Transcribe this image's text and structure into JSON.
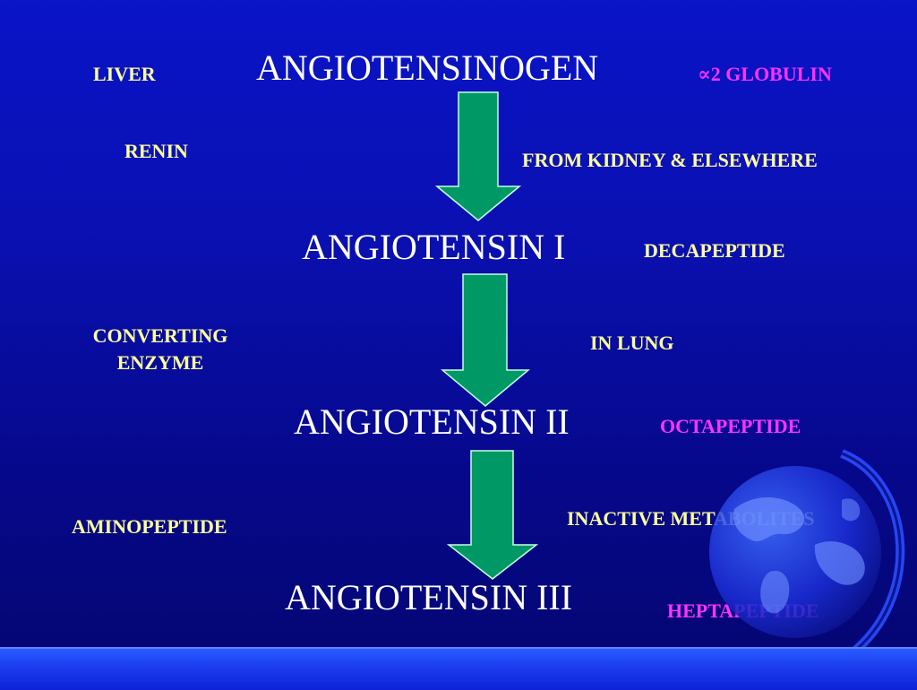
{
  "diagram": {
    "nodes": {
      "angiotensinogen": "ANGIOTENSINOGEN",
      "angiotensin_1": "ANGIOTENSIN I",
      "angiotensin_2": "ANGIOTENSIN II",
      "angiotensin_3": "ANGIOTENSIN III"
    },
    "annotations": {
      "liver": "LIVER",
      "globulin": "∝2 GLOBULIN",
      "renin": "RENIN",
      "from_kidney": "FROM KIDNEY & ELSEWHERE",
      "decapeptide": "DECAPEPTIDE",
      "converting_line1": "CONVERTING",
      "converting_line2": "ENZYME",
      "in_lung": "IN LUNG",
      "octapeptide": "OCTAPEPTIDE",
      "aminopeptide": "AMINOPEPTIDE",
      "inactive_metabolites": "INACTIVE METABOLITES",
      "heptapeptide": "HEPTAPEPTIDE"
    },
    "colors": {
      "node_text": "#ffffff",
      "annotation_yellow": "#ffff99",
      "annotation_magenta": "#ff33ff",
      "arrow_fill": "#009966",
      "background": "#0a10b0"
    },
    "edges": [
      {
        "from": "ANGIOTENSINOGEN",
        "to": "ANGIOTENSIN I"
      },
      {
        "from": "ANGIOTENSIN I",
        "to": "ANGIOTENSIN II"
      },
      {
        "from": "ANGIOTENSIN II",
        "to": "ANGIOTENSIN III"
      }
    ]
  },
  "decor": {
    "globe_icon": "globe-icon",
    "bottom_bar": "footer-bar"
  }
}
